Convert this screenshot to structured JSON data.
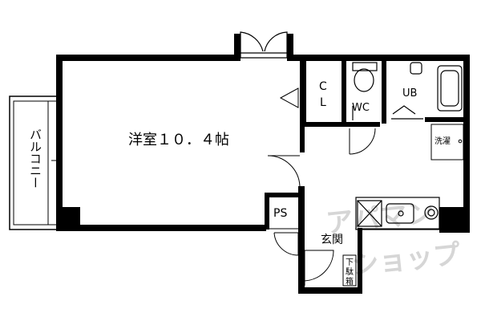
{
  "rooms": {
    "western_room": "洋室１０．４帖",
    "balcony": "バルコニー",
    "closet_c": "C",
    "closet_l": "L",
    "toilet": "WC",
    "bath": "UB",
    "laundry": "洗濯",
    "pipe_space": "PS",
    "entrance": "玄関",
    "shoe_box_1": "下",
    "shoe_box_2": "駄",
    "shoe_box_3": "箱"
  },
  "watermark": {
    "line1": "アパマン",
    "line2": "ショップ"
  }
}
